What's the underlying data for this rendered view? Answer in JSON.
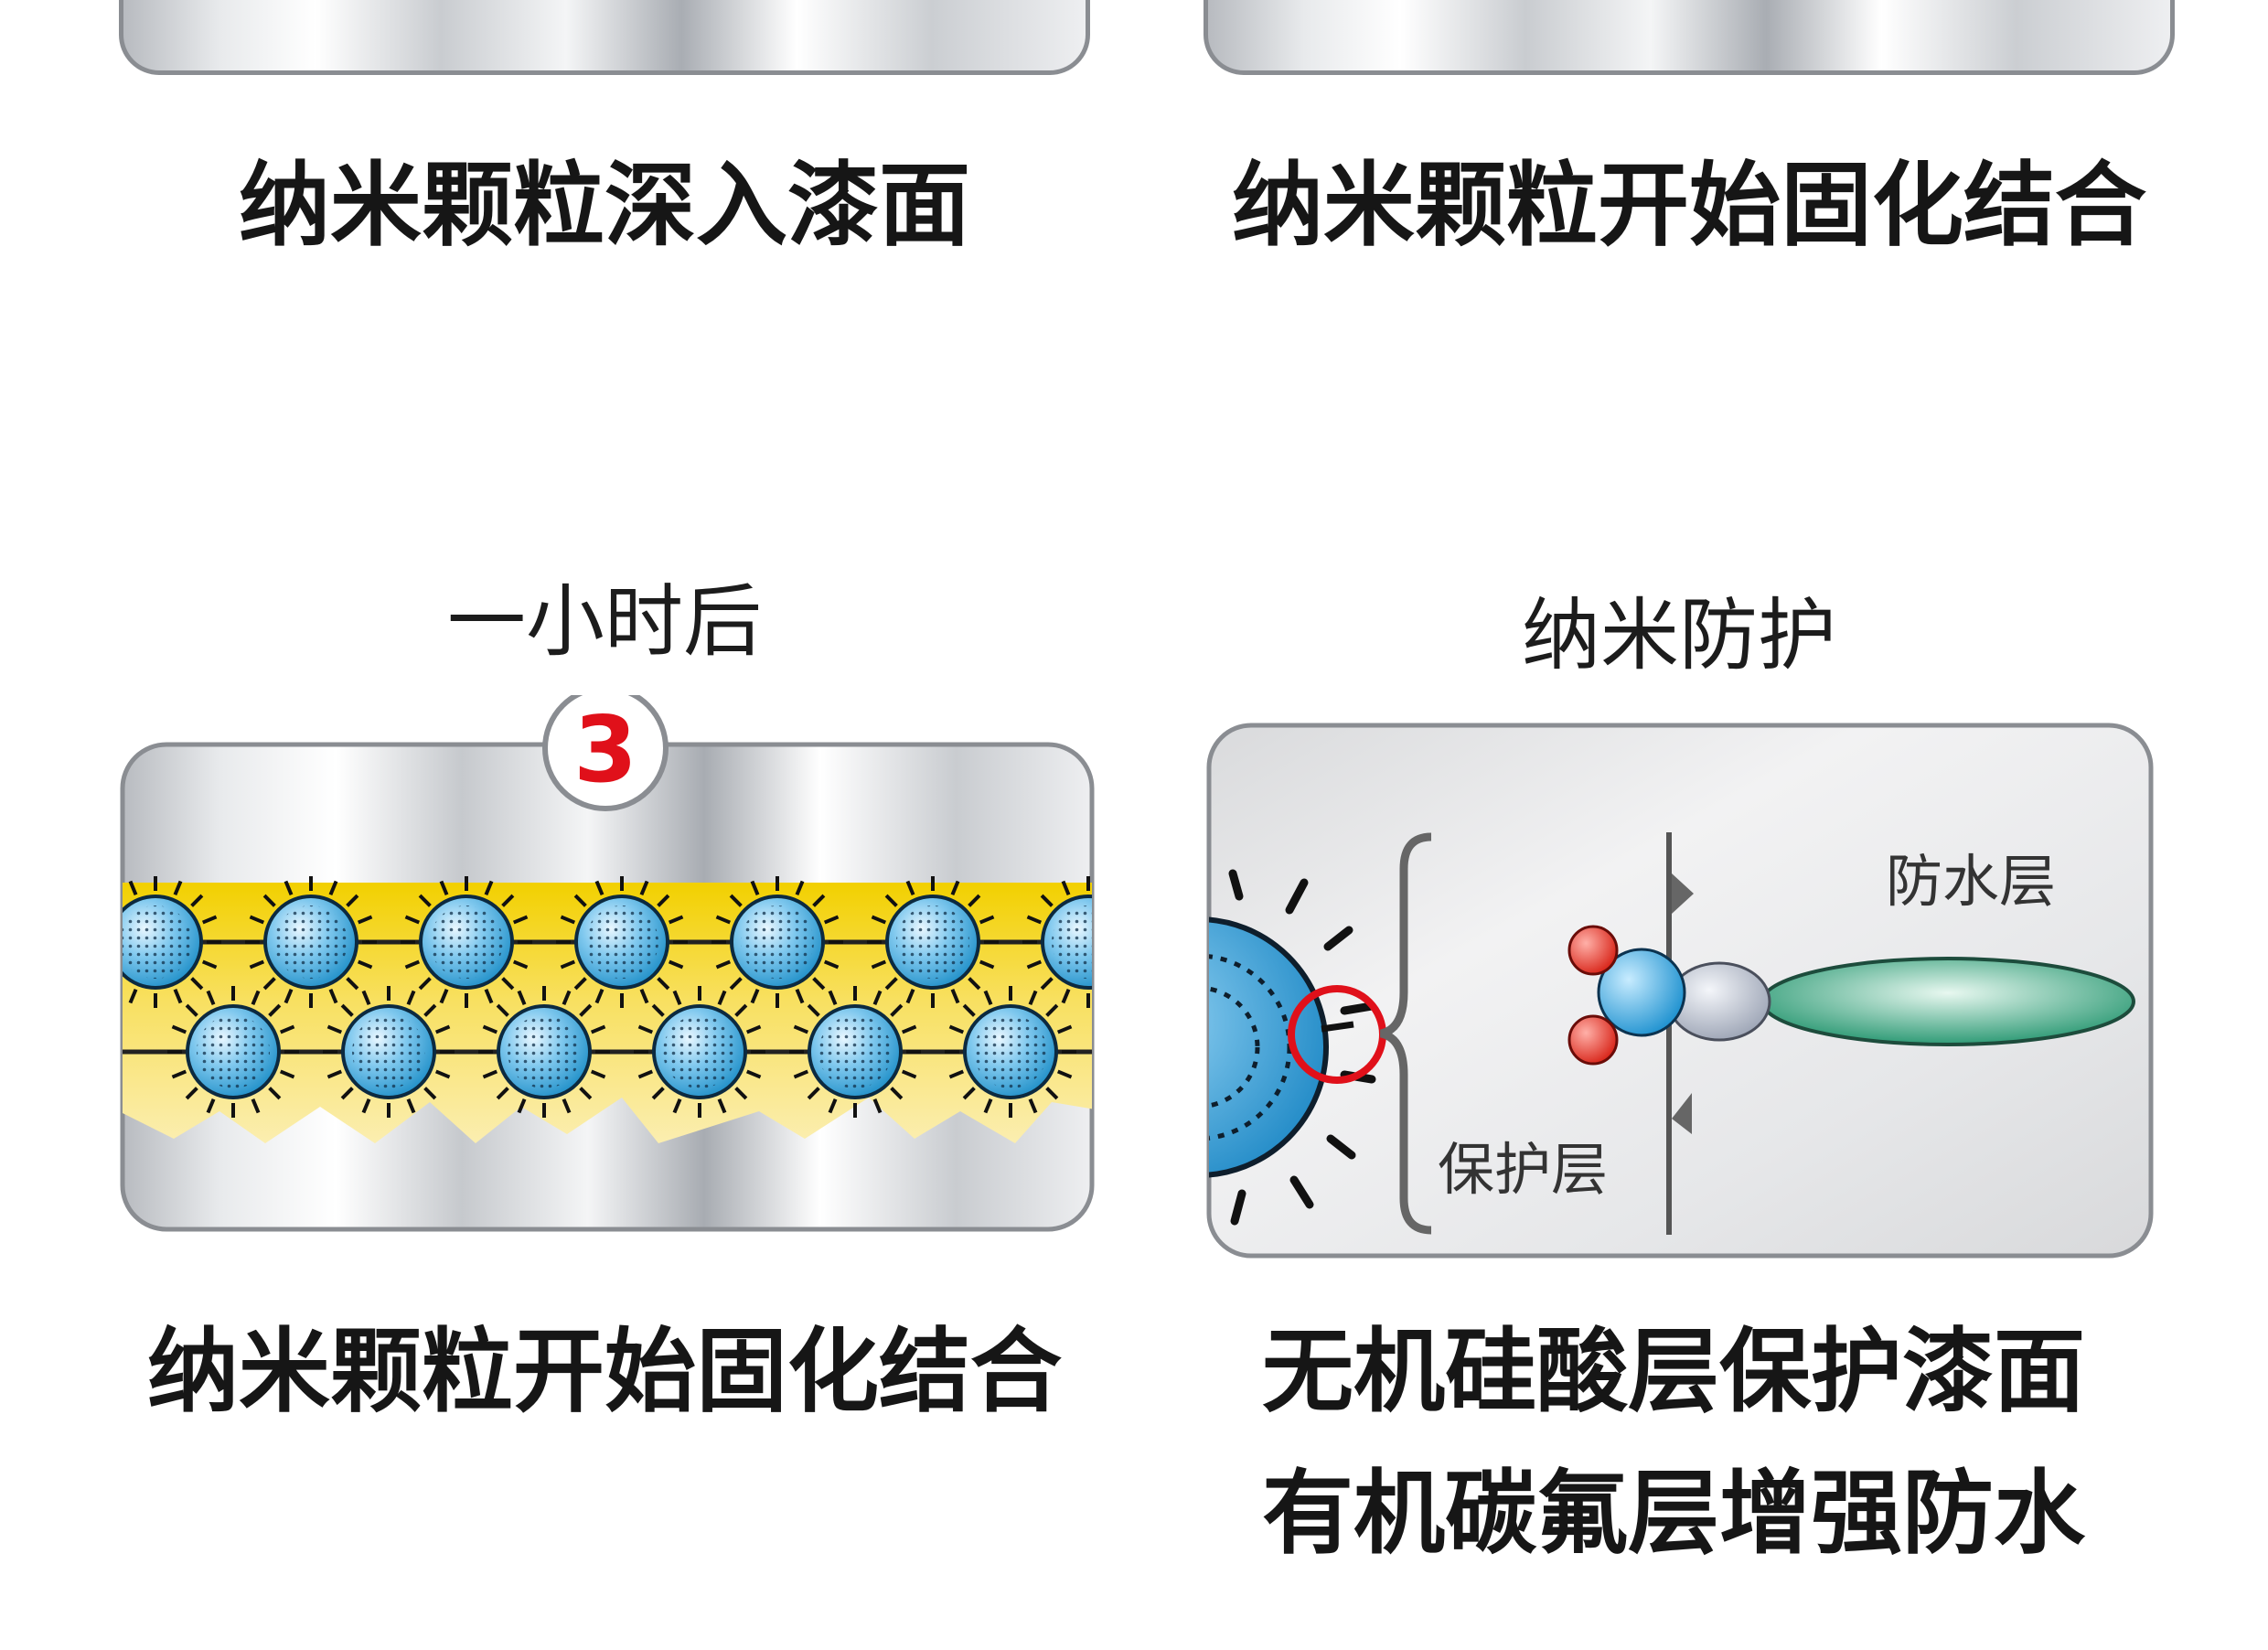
{
  "panel1": {
    "caption": "纳米颗粒深入漆面"
  },
  "panel2": {
    "caption": "纳米颗粒开始固化结合"
  },
  "panel3": {
    "subtitle": "一小时后",
    "step_number": "3",
    "caption": "纳米颗粒开始固化结合"
  },
  "panel4": {
    "subtitle": "纳米防护",
    "waterproof_label": "防水层",
    "protective_label": "保护层",
    "caption_line1": "无机硅酸层保护漆面",
    "caption_line2": "有机碳氟层增强防水"
  },
  "colors": {
    "particle_blue": "#2aa0d8",
    "coating_yellow": "#f2d000",
    "highlight_red": "#e0101a",
    "waterproof_green": "#3aa880",
    "frame_gray": "#8a8d92"
  }
}
